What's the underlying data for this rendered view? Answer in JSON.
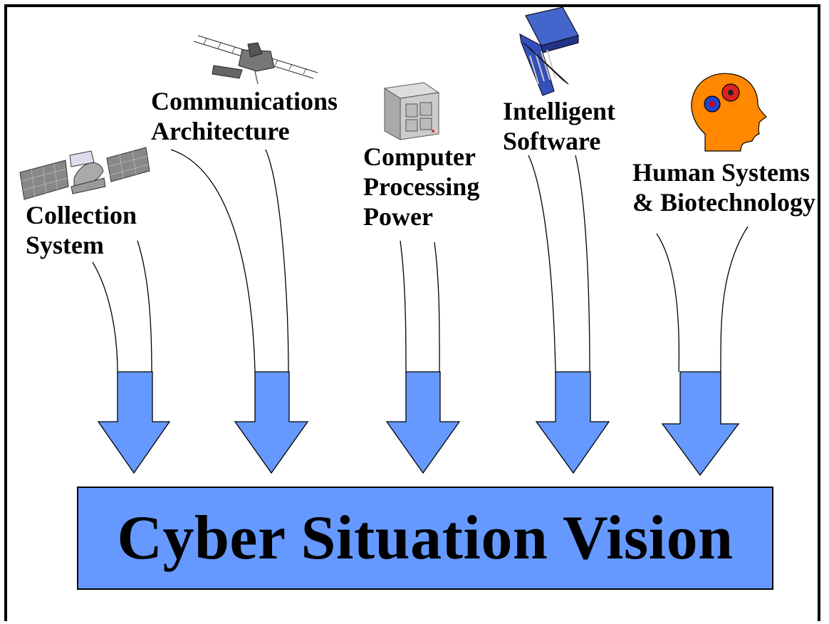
{
  "diagram": {
    "title": "Cyber Situation Vision",
    "sources": [
      {
        "label_line1": "Collection",
        "label_line2": "System",
        "icon": "satellite-icon"
      },
      {
        "label_line1": "Communications",
        "label_line2": "Architecture",
        "icon": "space-station-icon"
      },
      {
        "label_line1": "Computer",
        "label_line2": "Processing",
        "label_line3": "Power",
        "icon": "server-icon"
      },
      {
        "label_line1": "Intelligent",
        "label_line2": "Software",
        "icon": "microchip-icon"
      },
      {
        "label_line1": "Human Systems",
        "label_line2": "& Biotechnology",
        "icon": "human-head-gears-icon"
      }
    ],
    "colors": {
      "arrow": "#6699ff",
      "box": "#6699ff",
      "stroke": "#000000"
    }
  }
}
